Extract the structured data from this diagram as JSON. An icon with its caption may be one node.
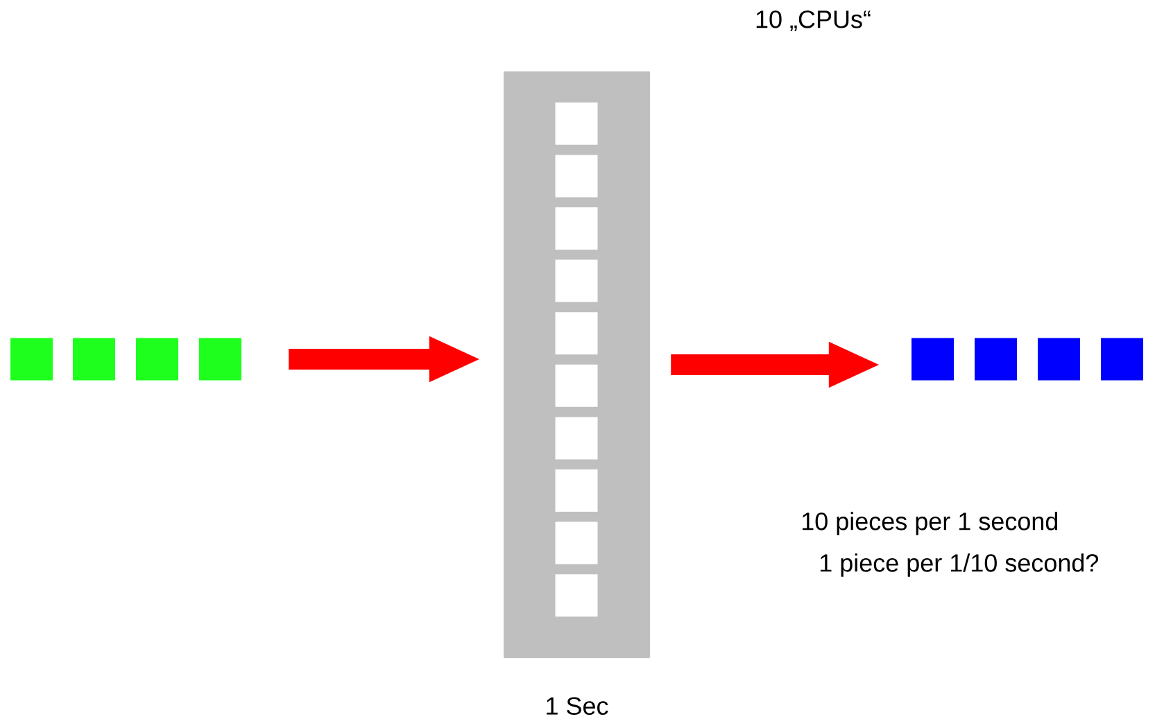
{
  "diagram": {
    "nodes": [
      {
        "text": [],
        "shape": "box"
      },
      {
        "text": [],
        "shape": "box"
      },
      {
        "text": [],
        "shape": "box"
      },
      {
        "text": [],
        "shape": "box"
      },
      {
        "text": [],
        "shape": "bar",
        "beside": [
          "1 Sec"
        ]
      },
      {
        "text": [],
        "shape": "box",
        "in": 4
      },
      {
        "text": [],
        "shape": "box",
        "in": 4
      },
      {
        "text": [],
        "shape": "box",
        "in": 4
      },
      {
        "text": [],
        "shape": "box",
        "in": 4
      },
      {
        "text": [],
        "shape": "box",
        "in": 4
      },
      {
        "text": [],
        "shape": "box",
        "in": 4
      },
      {
        "text": [],
        "shape": "box",
        "in": 4
      },
      {
        "text": [],
        "shape": "box",
        "in": 4
      },
      {
        "text": [],
        "shape": "box",
        "in": 4
      },
      {
        "text": [],
        "shape": "box",
        "in": 4
      },
      {
        "text": [],
        "shape": "box"
      },
      {
        "text": [],
        "shape": "box"
      },
      {
        "text": [],
        "shape": "box"
      },
      {
        "text": [],
        "shape": "box"
      }
    ],
    "edges": [
      {
        "from": 3,
        "to": 4,
        "arrow": "to"
      },
      {
        "from": 4,
        "to": 15,
        "arrow": "to"
      }
    ],
    "labels": [
      "10 „CPUs“",
      "10 pieces per 1 second",
      "1 piece per 1/10 second?"
    ]
  }
}
